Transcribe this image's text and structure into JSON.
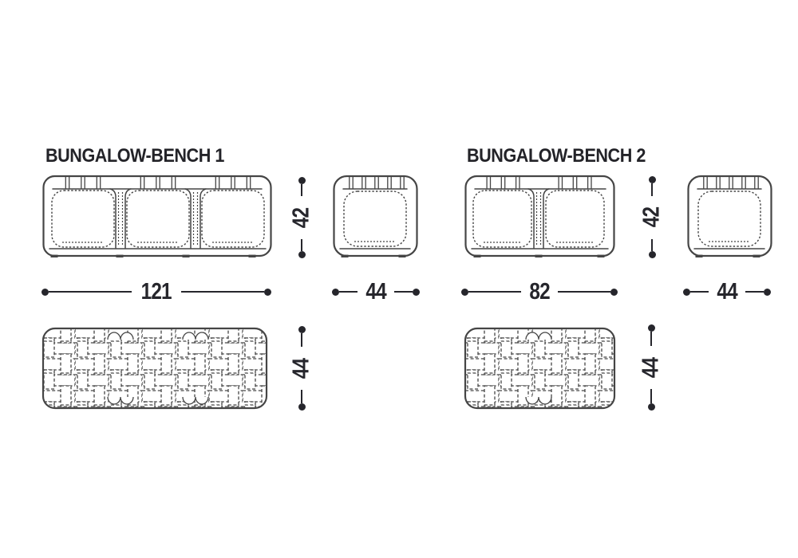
{
  "page": {
    "background": "#ffffff"
  },
  "drawing": {
    "stroke_color": "#454545",
    "dimension_color": "#26262c",
    "text_color": "#232328"
  },
  "benches": [
    {
      "title": "BUNGALOW-BENCH 1",
      "dims": {
        "front_width": "121",
        "front_height": "42",
        "side_width": "44",
        "top_depth": "44"
      }
    },
    {
      "title": "BUNGALOW-BENCH 2",
      "dims": {
        "front_width": "82",
        "front_height": "42",
        "side_width": "44",
        "top_depth": "44"
      }
    }
  ]
}
